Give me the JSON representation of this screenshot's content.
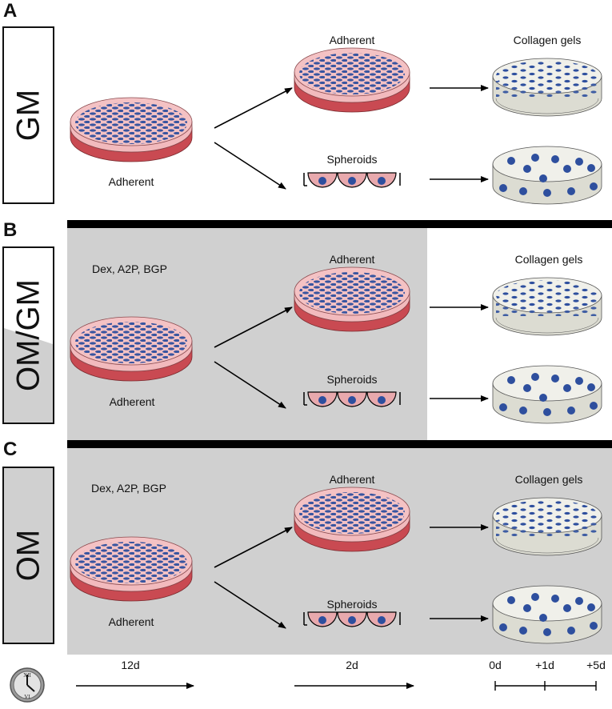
{
  "panels": [
    {
      "letter": "A",
      "medium": "GM",
      "start_label": "Adherent",
      "additives": "",
      "adherent_label": "Adherent",
      "spheroids_label": "Spheroids",
      "gels_label": "Collagen gels"
    },
    {
      "letter": "B",
      "medium": "OM/GM",
      "start_label": "Adherent",
      "additives": "Dex, A2P, BGP",
      "adherent_label": "Adherent",
      "spheroids_label": "Spheroids",
      "gels_label": "Collagen gels"
    },
    {
      "letter": "C",
      "medium": "OM",
      "start_label": "Adherent",
      "additives": "Dex, A2P, BGP",
      "adherent_label": "Adherent",
      "spheroids_label": "Spheroids",
      "gels_label": "Collagen gels"
    }
  ],
  "timeline": {
    "stage1": "12d",
    "stage2": "2d",
    "t0": "0d",
    "t1": "+1d",
    "t2": "+5d"
  },
  "clock": {
    "top_numeral": "XII",
    "bottom_numeral": "VI"
  },
  "colors": {
    "panel_bg": "#d0d0d0",
    "cell": "#2e4f9e",
    "dish_rim": "#c94a52",
    "dish_top": "#f4c2c4",
    "gel": "#e8e8e0"
  }
}
